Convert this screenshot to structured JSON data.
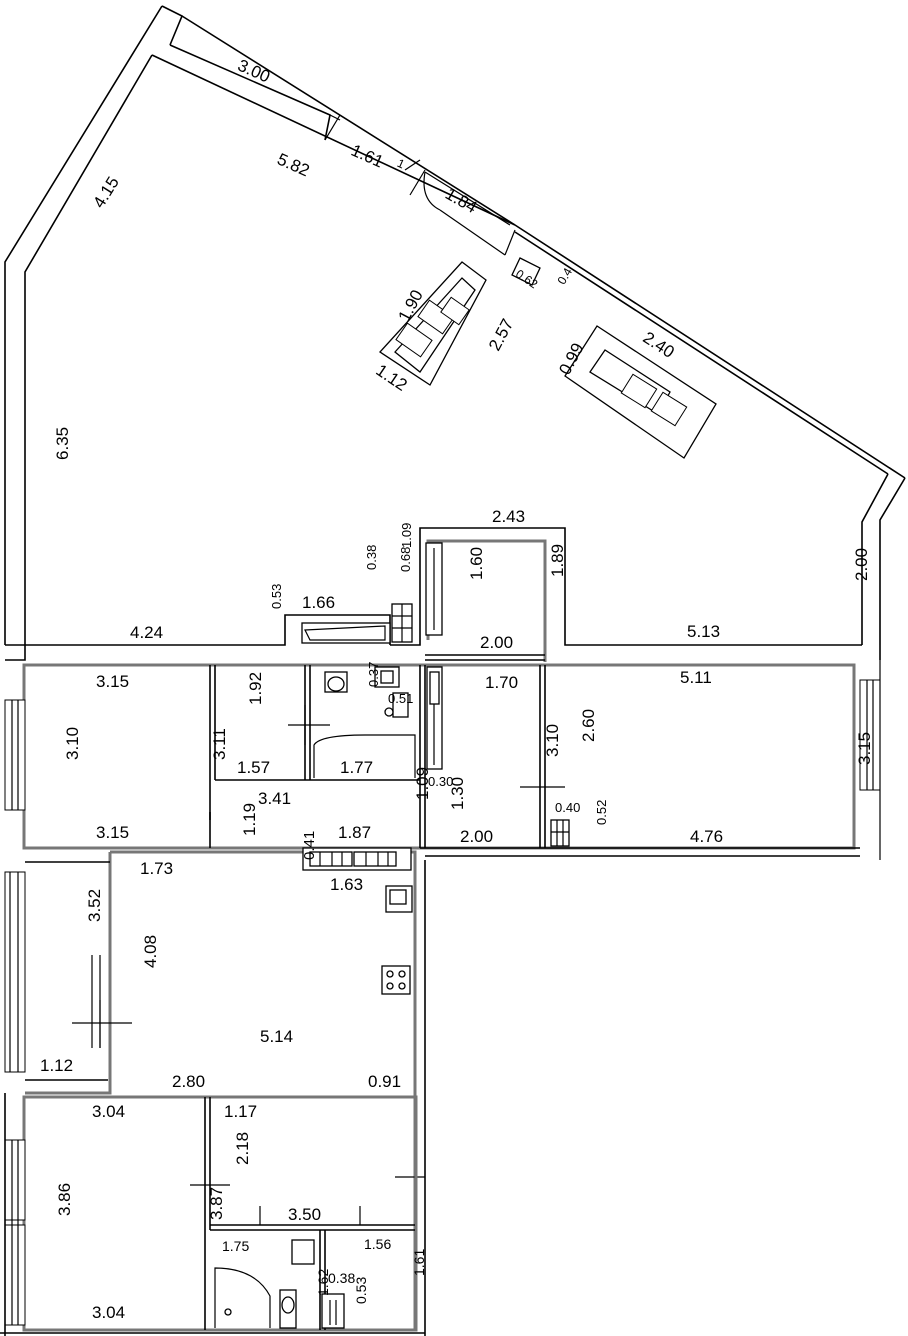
{
  "dimensions": [
    {
      "text": "3.00"
    },
    {
      "text": "4.15"
    },
    {
      "text": "5.82"
    },
    {
      "text": "1.61"
    },
    {
      "text": "1"
    },
    {
      "text": "1.84"
    },
    {
      "text": "1.90"
    },
    {
      "text": "2.57"
    },
    {
      "text": "1.12"
    },
    {
      "text": "0.62"
    },
    {
      "text": "0.4"
    },
    {
      "text": "0.99"
    },
    {
      "text": "2.40"
    },
    {
      "text": "6.35"
    },
    {
      "text": "2.43"
    },
    {
      "text": "1.09"
    },
    {
      "text": "0.68"
    },
    {
      "text": "0.38"
    },
    {
      "text": "1.60"
    },
    {
      "text": "1.89"
    },
    {
      "text": "0.53"
    },
    {
      "text": "1.66"
    },
    {
      "text": "4.24"
    },
    {
      "text": "2.00"
    },
    {
      "text": "5.13"
    },
    {
      "text": "2.00"
    },
    {
      "text": "3.15"
    },
    {
      "text": "1.92"
    },
    {
      "text": "0.37"
    },
    {
      "text": "0.51"
    },
    {
      "text": "1.70"
    },
    {
      "text": "5.11"
    },
    {
      "text": "3.10"
    },
    {
      "text": "3.11"
    },
    {
      "text": "1.57"
    },
    {
      "text": "1.77"
    },
    {
      "text": "3.10"
    },
    {
      "text": "2.60"
    },
    {
      "text": "3.15"
    },
    {
      "text": "3.41"
    },
    {
      "text": "0.30"
    },
    {
      "text": "1.30"
    },
    {
      "text": "1.09"
    },
    {
      "text": "0.40"
    },
    {
      "text": "0.52"
    },
    {
      "text": "3.15"
    },
    {
      "text": "1.19"
    },
    {
      "text": "1.87"
    },
    {
      "text": "2.00"
    },
    {
      "text": "4.76"
    },
    {
      "text": "1.73"
    },
    {
      "text": "0.41"
    },
    {
      "text": "1.63"
    },
    {
      "text": "3.52"
    },
    {
      "text": "4.08"
    },
    {
      "text": "5.14"
    },
    {
      "text": "1.12"
    },
    {
      "text": "2.80"
    },
    {
      "text": "0.91"
    },
    {
      "text": "3.04"
    },
    {
      "text": "1.17"
    },
    {
      "text": "2.18"
    },
    {
      "text": "3.86"
    },
    {
      "text": "3.87"
    },
    {
      "text": "3.50"
    },
    {
      "text": "1.75"
    },
    {
      "text": "1.56"
    },
    {
      "text": "0.38"
    },
    {
      "text": "1.61"
    },
    {
      "text": "1.62"
    },
    {
      "text": "0.53"
    },
    {
      "text": "3.04"
    }
  ]
}
